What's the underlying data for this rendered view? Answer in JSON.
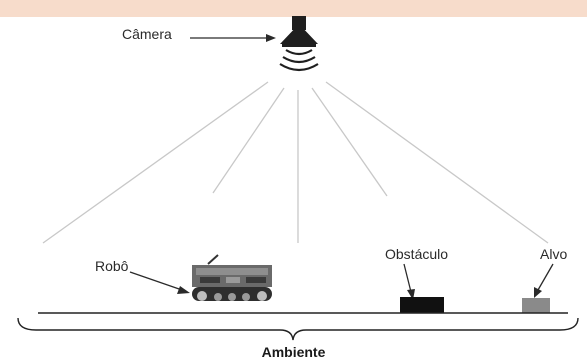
{
  "labels": {
    "camera": "Câmera",
    "robot": "Robô",
    "obstacle": "Obstáculo",
    "target": "Alvo",
    "environment": "Ambiente"
  },
  "colors": {
    "top_band": "#f7dccb",
    "camera": "#1f1f1f",
    "view_lines": "#c8c8c8",
    "obstacle": "#111111",
    "target": "#8a8a8a",
    "robot": "#555555"
  }
}
